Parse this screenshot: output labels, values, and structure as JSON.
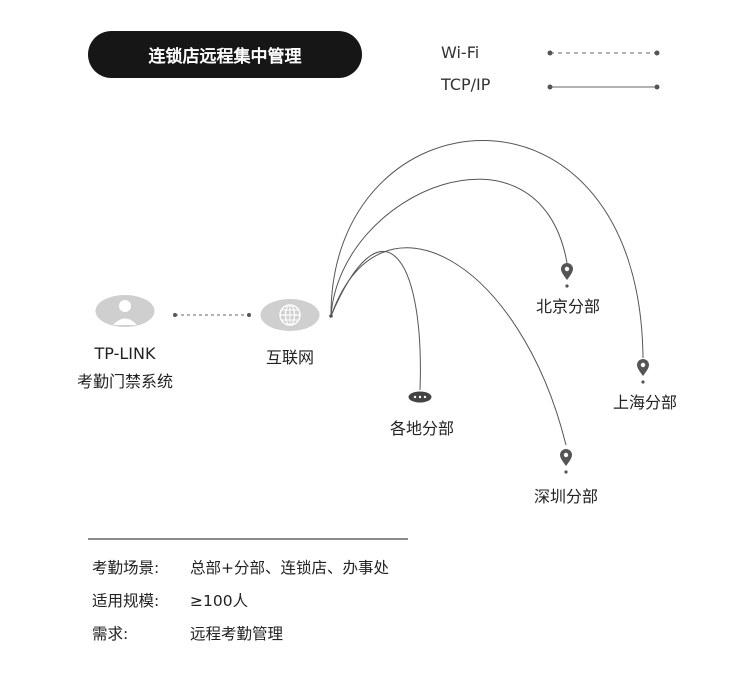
{
  "title": "连锁店远程集中管理",
  "legend": {
    "wifi": "Wi-Fi",
    "tcpip": "TCP/IP"
  },
  "nodes": {
    "device_line1": "TP-LINK",
    "device_line2": "考勤门禁系统",
    "internet": "互联网",
    "beijing": "北京分部",
    "shanghai": "上海分部",
    "branches": "各地分部",
    "shenzhen": "深圳分部"
  },
  "info": {
    "scene_key": "考勤场景:",
    "scene_val": "总部+分部、连锁店、办事处",
    "scale_key": "适用规模:",
    "scale_val": "≥100人",
    "need_key": "需求:",
    "need_val": "远程考勤管理"
  },
  "colors": {
    "pill": "#161616",
    "icon_circle": "#cfcfcf",
    "pin": "#555555",
    "line": "#555555"
  }
}
